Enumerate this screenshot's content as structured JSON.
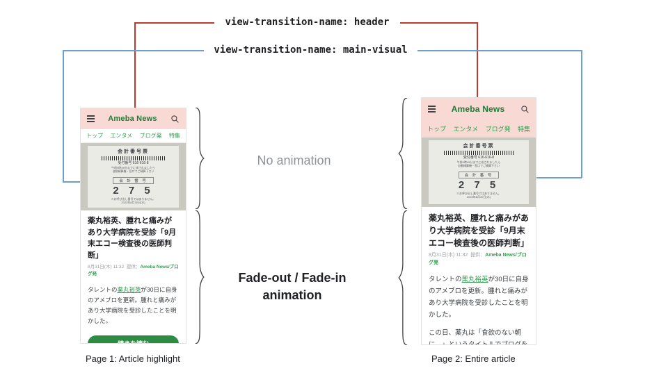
{
  "annotations": {
    "header_label": "view-transition-name: header",
    "main_visual_label": "view-transition-name: main-visual",
    "no_animation": "No animation",
    "fade_animation": "Fade-out / Fade-in animation",
    "page1_caption": "Page 1: Article highlight",
    "page2_caption": "Page 2: Entire article"
  },
  "colors": {
    "red_line": "#c0392b",
    "blue_line": "#6d9ecc",
    "header_pink": "#f9d9d3",
    "brand_green": "#2d8b44"
  },
  "phone": {
    "logo": "Ameba News",
    "nav_tabs": [
      "トップ",
      "エンタメ",
      "ブログ発",
      "特集"
    ],
    "receipt": {
      "title": "会計番号票",
      "reception_number": "受付番号 616-616-8",
      "note_line1": "午前9時45分までに成されましたら",
      "note_line2": "自動精算機・窓口でご精算下さい",
      "box_label": "会 計 番 号",
      "number": "2 7 5",
      "footnote": "※お呼び出し番号ではありません。",
      "date": "2023年8月30日(水)"
    },
    "article": {
      "title": "薬丸裕英、腫れと痛みがあり大学病院を受診「9月末エコー検査後の医師判断」",
      "meta_date": "8月31日(木) 11:32",
      "meta_provider_label": "提供：",
      "meta_provider": "Ameba News/ブログ発",
      "body_pre": "タレントの",
      "body_link": "薬丸裕英",
      "body_post": "が30日に自身のアメブロを更新。腫れと痛みがあり大学病院を受診したことを明かした。",
      "body2": "この日、薬丸は「食欲のない朝に…」というタイトルでブログを更新。「本日の朝食」と切り出し、「自",
      "read_more": "続きを読む"
    }
  }
}
